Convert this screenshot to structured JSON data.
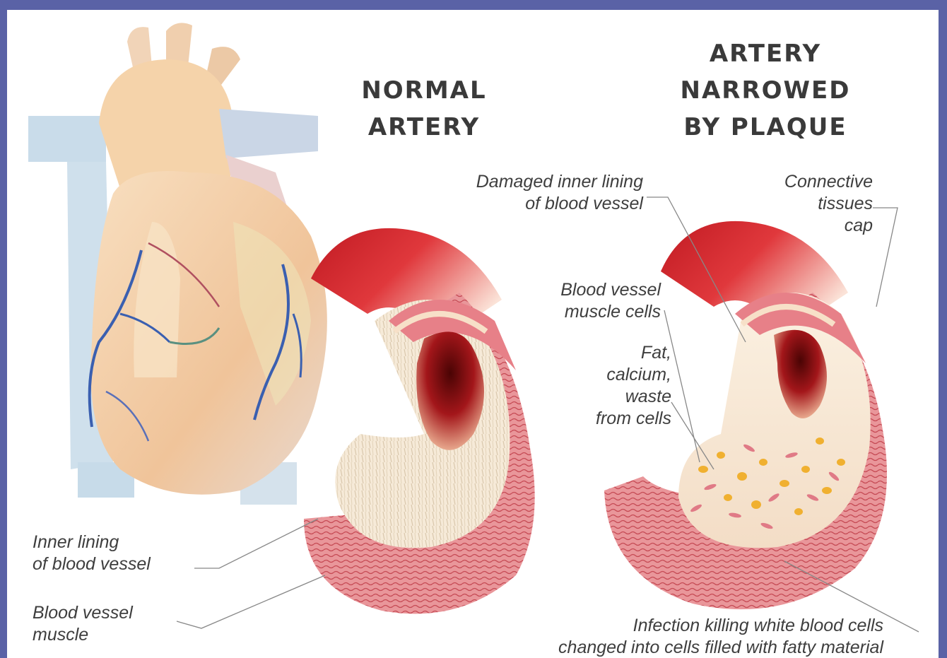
{
  "colors": {
    "background": "#5a62a6",
    "panel": "#ffffff",
    "artery_red": "#c8202a",
    "muscle_pink": "#e8868c",
    "lumen_dark": "#6e0808",
    "plaque_yellow": "#f0b030",
    "heart_peach": "#f3c9a0",
    "vein_blue": "#3a5fb0",
    "text": "#3e3e3e"
  },
  "titles": {
    "normal_line1": "NORMAL",
    "normal_line2": "ARTERY",
    "narrowed_line1": "ARTERY",
    "narrowed_line2": "NARROWED",
    "narrowed_line3": "BY PLAQUE"
  },
  "labels": {
    "damaged_inner_line1": "Damaged inner lining",
    "damaged_inner_line2": "of blood vessel",
    "connective_line1": "Connective",
    "connective_line2": "tissues",
    "connective_line3": "cap",
    "muscle_cells_line1": "Blood vessel",
    "muscle_cells_line2": "muscle cells",
    "fat_line1": "Fat,",
    "fat_line2": "calcium,",
    "fat_line3": "waste",
    "fat_line4": "from cells",
    "inner_lining_line1": "Inner lining",
    "inner_lining_line2": "of blood vessel",
    "vessel_muscle_line1": "Blood vessel",
    "vessel_muscle_line2": "muscle",
    "infection_line1": "Infection killing white blood cells",
    "infection_line2": "changed into cells filled with fatty material"
  },
  "icons": [
    "heart-illustration",
    "normal-artery-cross-section",
    "plaque-artery-cross-section"
  ]
}
